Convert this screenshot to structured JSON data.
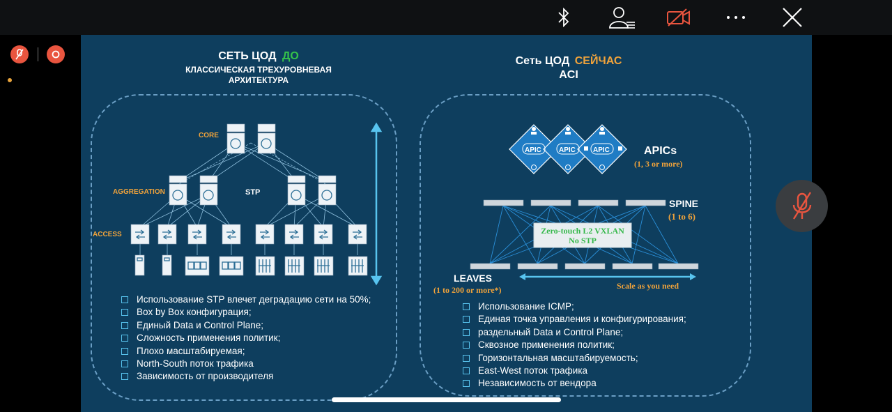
{
  "left_panel": {
    "title_main": "СЕТЬ ЦОД",
    "title_accent": "ДО",
    "subtitle_line1": "КЛАССИЧЕСКАЯ  ТРЕХУРОВНЕВАЯ",
    "subtitle_line2": "АРХИТЕКТУРА",
    "labels": {
      "core": "CORE",
      "aggregation": "AGGREGATION",
      "access": "ACCESS",
      "stp": "STP"
    },
    "bullets": [
      "Использование STP влечет деградацию сети на 50%;",
      "Box by Box конфигурация;",
      "Единый Data и Control Plane;",
      "Сложность применения политик;",
      "Плохо масштабируемая;",
      "North-South поток трафика",
      "Зависимость от производителя"
    ]
  },
  "right_panel": {
    "title_main": "Сеть ЦОД",
    "title_accent": "СЕЙЧАС",
    "subtitle": "ACI",
    "apic_node": "APIC",
    "apics_label": "APICs",
    "apics_sub": "(1, 3 or more)",
    "spine_label": "SPINE",
    "spine_sub": "(1 to 6)",
    "box_line1": "Zero-touch L2 VXLAN",
    "box_line2": "No STP",
    "leaves_label": "LEAVES",
    "leaves_sub": "(1 to 200 or more*)",
    "scale": "Scale as you need",
    "bullets": [
      "Использование ICMP;",
      "Единая точка управления и конфигурирования;",
      "раздельный Data и Control Plane;",
      "Сквозное применения политик;",
      "Горизонтальная масштабируемость;",
      "East-West поток трафика",
      "Независимость от вендора"
    ]
  },
  "colors": {
    "slide_bg": "#0e3e5e",
    "accent_green": "#35c24a",
    "accent_orange": "#f0a33b",
    "bullet_cyan": "#58c4ef",
    "control_red": "#e9553f"
  },
  "icons": [
    "bluetooth-icon",
    "participants-icon",
    "video-off-icon",
    "more-icon",
    "close-icon",
    "mic-off-icon",
    "record-icon"
  ]
}
